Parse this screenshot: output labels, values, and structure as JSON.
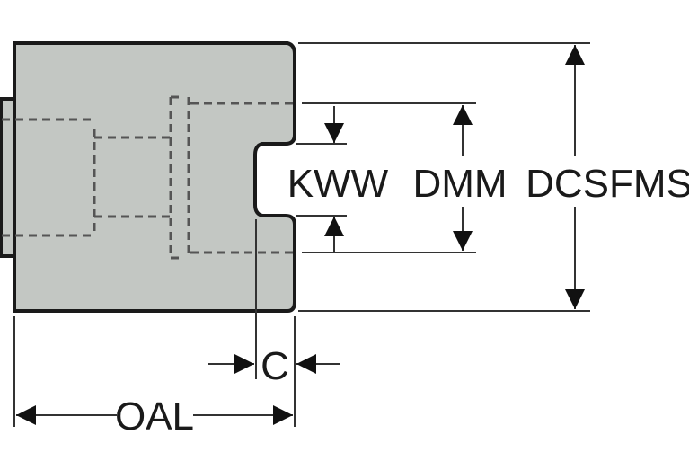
{
  "labels": {
    "kww": "KWW",
    "dmm": "DMM",
    "dcsfms": "DCSFMS",
    "c": "C",
    "oal": "OAL"
  },
  "colors": {
    "body_fill": "#c3c7c3",
    "outline": "#1a1a1a"
  }
}
